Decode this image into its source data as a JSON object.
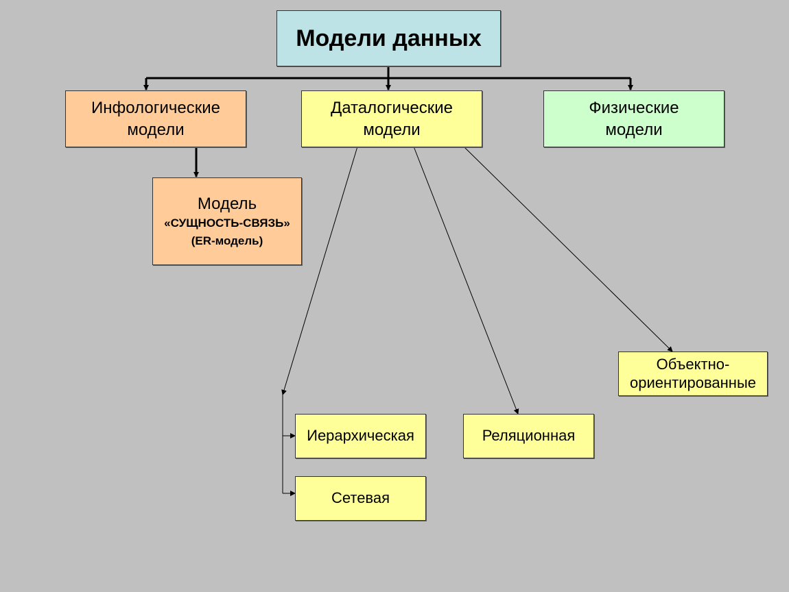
{
  "title": "Модели данных",
  "infological": {
    "line1": "Инфологические",
    "line2": "модели"
  },
  "datalogical": {
    "line1": "Даталогические",
    "line2": "модели"
  },
  "physical": {
    "line1": "Физические",
    "line2": "модели"
  },
  "er_model": {
    "line1": "Модель",
    "line2": "«СУЩНОСТЬ-СВЯЗЬ»",
    "line3": "(ER-модель)"
  },
  "object_oriented": {
    "line1": "Объектно-",
    "line2": "ориентированные"
  },
  "hierarchical": "Иерархическая",
  "relational": "Реляционная",
  "network": "Сетевая",
  "colors": {
    "title": "#bde3e6",
    "infological": "#ffcc99",
    "datalogical": "#ffff99",
    "physical": "#ccffcc",
    "background": "#c0c0c0"
  }
}
